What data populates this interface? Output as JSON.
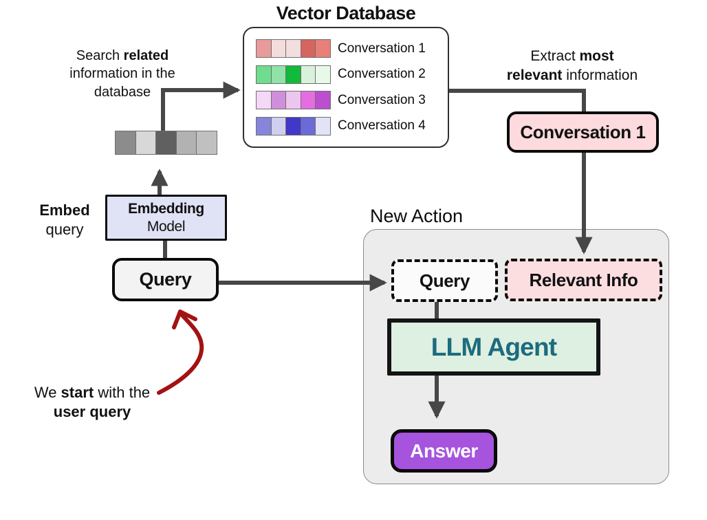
{
  "title": "Vector Database",
  "section_label": "New Action",
  "vector_db": {
    "rows": [
      {
        "label": "Conversation 1",
        "cells": [
          "#e89b9b",
          "#f5dcdc",
          "#f2dede",
          "#d5655e",
          "#e87f78"
        ]
      },
      {
        "label": "Conversation 2",
        "cells": [
          "#6fdc8e",
          "#90e2a9",
          "#12b93a",
          "#d9f2dc",
          "#e9f9e9"
        ]
      },
      {
        "label": "Conversation 3",
        "cells": [
          "#f5d8f8",
          "#cf8fdb",
          "#edc6f0",
          "#e46ee0",
          "#bb4fd0"
        ]
      },
      {
        "label": "Conversation 4",
        "cells": [
          "#8585db",
          "#cfcfef",
          "#4038c8",
          "#6c6ad6",
          "#e3e3f7"
        ]
      }
    ]
  },
  "query_vector": {
    "cells": [
      "#8c8c8c",
      "#d8d8d8",
      "#606060",
      "#b2b2b2",
      "#c0c0c0"
    ]
  },
  "notes": {
    "search": {
      "l1a": "Search ",
      "l1b": "related",
      "l2": "information in the",
      "l3": "database"
    },
    "extract": {
      "l1a": "Extract ",
      "l1b": "most",
      "l2a": "relevant",
      "l2b": " information"
    },
    "embed": {
      "l1": "Embed",
      "l2": "query"
    },
    "start": {
      "l1a": "We ",
      "l1b": "start",
      "l1c": " with the",
      "l2": "user query"
    }
  },
  "nodes": {
    "embedding_model": {
      "line1": "Embedding",
      "line2": "Model"
    },
    "query": "Query",
    "conversation1": "Conversation 1",
    "dashed_query": "Query",
    "relevant_info": "Relevant Info",
    "llm_agent": "LLM Agent",
    "answer": "Answer"
  },
  "colors": {
    "arrow": "#474747",
    "annotation_arrow_red": "#a31212",
    "panel_bg": "#ececec",
    "embedding_bg": "#e0e2f5",
    "query_bg": "#f3f3f3",
    "conversation1_bg": "#fcdadd",
    "relevant_info_bg": "#fcdee1",
    "llm_bg": "#def0e1",
    "llm_text": "#1d6b7e",
    "answer_bg": "#a653de"
  }
}
